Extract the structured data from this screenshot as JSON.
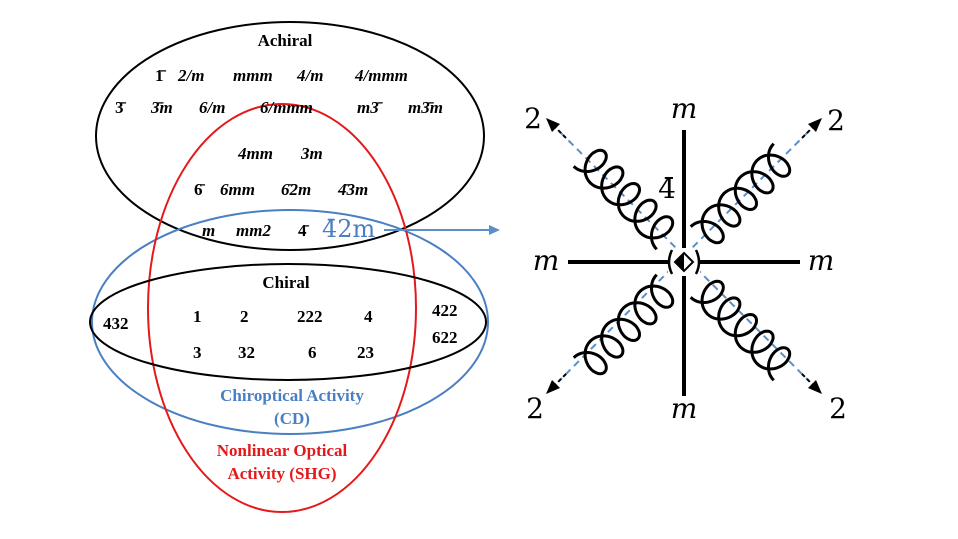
{
  "venn": {
    "achiral": {
      "label": "Achiral",
      "row1": [
        "1̄",
        "2/m",
        "mmm",
        "4/m",
        "4/mmm"
      ],
      "row2": [
        "3̄",
        "3̄m",
        "6/m",
        "6/mmm",
        "m3̄",
        "m3̄m"
      ]
    },
    "overlap_achiral_shg": {
      "row1": [
        "4mm",
        "3m"
      ],
      "row2": [
        "6̄",
        "6mm",
        "6̄2m",
        "4̄3m"
      ]
    },
    "achiral_cd_shg": {
      "items": [
        "m",
        "mm2",
        "4̄"
      ],
      "highlight": "4̄2m",
      "highlight_color": "#4a7fc1"
    },
    "chiral": {
      "label": "Chiral",
      "left": "432",
      "right_top": "422",
      "right_bottom": "622",
      "row1": [
        "1",
        "2",
        "222",
        "4"
      ],
      "row2": [
        "3",
        "32",
        "6",
        "23"
      ]
    },
    "cd": {
      "line1": "Chiroptical Activity",
      "line2": "(CD)",
      "color": "#4a7fc1"
    },
    "shg": {
      "line1": "Nonlinear Optical",
      "line2": "Activity (SHG)",
      "color": "#e3191b"
    }
  },
  "symmetry": {
    "mirror_top": "m",
    "mirror_bottom": "m",
    "mirror_left": "m",
    "mirror_right": "m",
    "axis_center": "4̄",
    "twofold_tl": "2",
    "twofold_tr": "2",
    "twofold_bl": "2",
    "twofold_br": "2",
    "dashed_color": "#5b8fc7"
  }
}
